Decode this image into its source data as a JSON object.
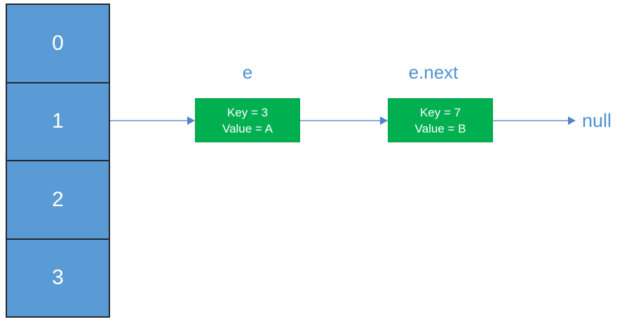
{
  "array": {
    "cells": [
      {
        "label": "0"
      },
      {
        "label": "1"
      },
      {
        "label": "2"
      },
      {
        "label": "3"
      }
    ],
    "fill_color": "#5B9BD5",
    "border_color": "#23272e",
    "text_color": "#FFFFFF"
  },
  "nodes": [
    {
      "label": "e",
      "key": "Key = 3",
      "value": "Value = A"
    },
    {
      "label": "e.next",
      "key": "Key = 7",
      "value": "Value = B"
    }
  ],
  "terminator_label": "null",
  "colors": {
    "node_fill": "#00B050",
    "node_border": "#09A04C",
    "node_text": "#FFFFFF",
    "arrow_line": "#8CACDE",
    "arrow_head": "#4E86C8",
    "label_text": "#4B92D6"
  }
}
